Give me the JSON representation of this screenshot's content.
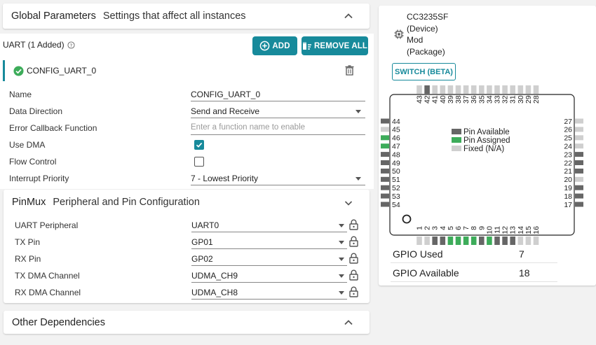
{
  "global": {
    "title": "Global Parameters",
    "subtitle": "Settings that affect all instances"
  },
  "uart": {
    "header": "UART (1 Added)",
    "add_label": "ADD",
    "remove_all_label": "REMOVE ALL",
    "instance_name": "CONFIG_UART_0",
    "fields": {
      "name_label": "Name",
      "name_value": "CONFIG_UART_0",
      "direction_label": "Data Direction",
      "direction_value": "Send and Receive",
      "callback_label": "Error Callback Function",
      "callback_placeholder": "Enter a function name to enable",
      "dma_label": "Use DMA",
      "dma_checked": true,
      "flow_label": "Flow Control",
      "flow_checked": false,
      "priority_label": "Interrupt Priority",
      "priority_value": "7 - Lowest Priority"
    }
  },
  "pinmux": {
    "title": "PinMux",
    "subtitle": "Peripheral and Pin Configuration",
    "rows": [
      {
        "label": "UART Peripheral",
        "value": "UART0"
      },
      {
        "label": "TX Pin",
        "value": "GP01"
      },
      {
        "label": "RX Pin",
        "value": "GP02"
      },
      {
        "label": "TX DMA Channel",
        "value": "UDMA_CH9"
      },
      {
        "label": "RX DMA Channel",
        "value": "UDMA_CH8"
      }
    ]
  },
  "other": {
    "title": "Other Dependencies"
  },
  "device": {
    "lines": [
      "CC3235SF",
      "(Device)",
      "Mod",
      "(Package)"
    ],
    "switch_label": "SWITCH (BETA)",
    "legend": [
      {
        "label": "Pin Available",
        "color": "#666666"
      },
      {
        "label": "Pin Assigned",
        "color": "#3dac5a"
      },
      {
        "label": "Fixed (N/A)",
        "color": "#cfcfcf"
      }
    ],
    "pins_top": [
      {
        "n": "43",
        "s": "f"
      },
      {
        "n": "42",
        "s": "a"
      },
      {
        "n": "41",
        "s": "f"
      },
      {
        "n": "40",
        "s": "f"
      },
      {
        "n": "39",
        "s": "f"
      },
      {
        "n": "38",
        "s": "f"
      },
      {
        "n": "37",
        "s": "f"
      },
      {
        "n": "36",
        "s": "f"
      },
      {
        "n": "35",
        "s": "f"
      },
      {
        "n": "34",
        "s": "f"
      },
      {
        "n": "33",
        "s": "f"
      },
      {
        "n": "32",
        "s": "f"
      },
      {
        "n": "31",
        "s": "f"
      },
      {
        "n": "30",
        "s": "f"
      },
      {
        "n": "29",
        "s": "f"
      },
      {
        "n": "28",
        "s": "f"
      }
    ],
    "pins_bottom": [
      {
        "n": "1",
        "s": "f"
      },
      {
        "n": "2",
        "s": "f"
      },
      {
        "n": "3",
        "s": "a"
      },
      {
        "n": "4",
        "s": "a"
      },
      {
        "n": "5",
        "s": "g"
      },
      {
        "n": "6",
        "s": "g"
      },
      {
        "n": "7",
        "s": "g"
      },
      {
        "n": "8",
        "s": "g"
      },
      {
        "n": "9",
        "s": "a"
      },
      {
        "n": "10",
        "s": "g"
      },
      {
        "n": "11",
        "s": "a"
      },
      {
        "n": "12",
        "s": "a"
      },
      {
        "n": "13",
        "s": "a"
      },
      {
        "n": "14",
        "s": "f"
      },
      {
        "n": "15",
        "s": "f"
      },
      {
        "n": "16",
        "s": "f"
      }
    ],
    "pins_left": [
      {
        "n": "44",
        "s": "a"
      },
      {
        "n": "45",
        "s": "f"
      },
      {
        "n": "46",
        "s": "g"
      },
      {
        "n": "47",
        "s": "g"
      },
      {
        "n": "48",
        "s": "a"
      },
      {
        "n": "49",
        "s": "a"
      },
      {
        "n": "50",
        "s": "a"
      },
      {
        "n": "51",
        "s": "a"
      },
      {
        "n": "52",
        "s": "a"
      },
      {
        "n": "53",
        "s": "a"
      },
      {
        "n": "54",
        "s": "a"
      }
    ],
    "pins_right": [
      {
        "n": "27",
        "s": "f"
      },
      {
        "n": "26",
        "s": "f"
      },
      {
        "n": "25",
        "s": "f"
      },
      {
        "n": "24",
        "s": "f"
      },
      {
        "n": "23",
        "s": "a"
      },
      {
        "n": "22",
        "s": "a"
      },
      {
        "n": "21",
        "s": "a"
      },
      {
        "n": "20",
        "s": "f"
      },
      {
        "n": "19",
        "s": "a"
      },
      {
        "n": "18",
        "s": "a"
      },
      {
        "n": "17",
        "s": "a"
      }
    ],
    "gpio_used_label": "GPIO Used",
    "gpio_used_value": "7",
    "gpio_available_label": "GPIO Available",
    "gpio_available_value": "18"
  },
  "colors": {
    "accent": "#178a9b",
    "pin_available": "#666666",
    "pin_assigned": "#3dac5a",
    "pin_fixed": "#cfcfcf"
  }
}
